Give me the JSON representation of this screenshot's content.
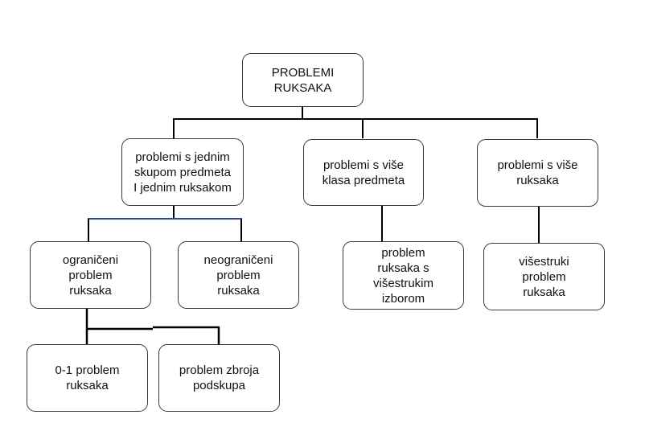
{
  "diagram": {
    "title": "PROBLEMI\nRUKSAKA",
    "nodes": {
      "root": "PROBLEMI\nRUKSAKA",
      "single_set": "problemi s jednim\nskupom predmeta\nI jednim ruksakom",
      "multi_class": "problemi s više\nklasa predmeta",
      "multi_knapsack": "problemi s više\nruksaka",
      "bounded": "ograničeni\nproblem\nruksaka",
      "unbounded": "neograničeni\nproblem\nruksaka",
      "multiple_choice": "problem\nruksaka s\nvišestrukim\nizborom",
      "multiple": "višestruki\nproblem\nruksaka",
      "zero_one": "0-1 problem\nruksaka",
      "subset_sum": "problem zbroja\npodskupa"
    },
    "colors": {
      "line": "#000000",
      "accent_line": "#2e4f8a",
      "border": "#3a3a3a"
    }
  }
}
